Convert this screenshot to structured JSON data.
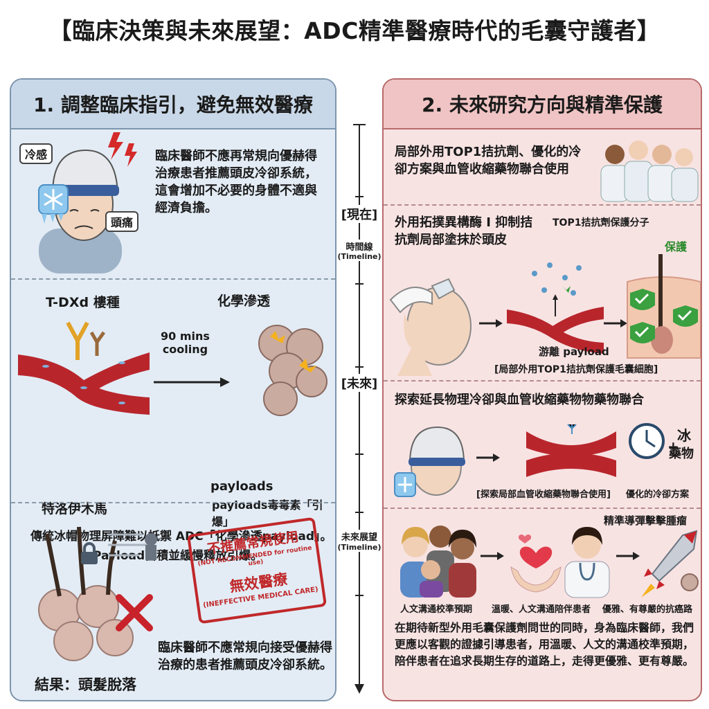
{
  "title": "【臨床決策與未來展望：ADC精準醫療時代的毛囊守護者】",
  "left": {
    "heading": "1. 調整臨床指引，避免無效醫療",
    "s1": {
      "tag_cold": "冷感",
      "tag_headache": "頭痛",
      "text": "臨床醫師不應再常規向優赫得治療患者推薦頭皮冷卻系統，這會增加不必要的身體不適與經濟負擔。"
    },
    "s2": {
      "drug_label": "T-DXd 樓種",
      "chem_label": "化學滲透",
      "cooling": "90 mins\ncooling",
      "payloads": "payloads",
      "payloads_toxin": "payloads毒毒素「引爆」",
      "vessel_label": "特洛伊木馬",
      "text1": "傳統冰帽物理屏障難以抵禦 ADC「化學滲透payload」。",
      "text2": "Payload蓄積並緩慢釋放引爆。"
    },
    "s3": {
      "stamp_top": "不推薦常規使用",
      "stamp_en1": "(NOT RECOMMENDED for routine use)",
      "stamp_mid": "無效醫療",
      "stamp_en2": "(INEFFECTIVE MEDICAL CARE)",
      "result": "結果：頭髮脫落",
      "text": "臨床醫師不應常規向接受優赫得治療的患者推薦頭皮冷卻系統。"
    }
  },
  "timeline": {
    "now": "[現在]",
    "line1": "時間線",
    "line1_en": "(Timeline)",
    "future": "[未來]",
    "outlook": "未來展望",
    "outlook_en": "(Timeline)"
  },
  "right": {
    "heading": "2. 未來研究方向與精準保護",
    "s1": {
      "text": "局部外用TOP1拮抗劑、優化的冷卻方案與血管收縮藥物聯合使用"
    },
    "s2": {
      "text": "外用拓撲異構酶 I 抑制拮抗劑局部塗抹於頭皮",
      "mol_label": "TOP1拮抗劑保護分子",
      "protect": "保護",
      "free_payload": "游離 payload",
      "caption": "[局部外用TOP1拮抗劑保護毛囊細胞]"
    },
    "s3": {
      "text": "探索延長物理冷卻與血管收縮藥物物藥物聯合",
      "ice": "冰",
      "drug": "藥物",
      "cap1": "[探索局部血管收縮藥物聯合使用]",
      "cap2": "優化的冷卻方案"
    },
    "s4": {
      "missile": "精準導彈擊擊腫瘤",
      "c1": "人文溝通校準預期",
      "c2": "溫暖、人文溝通陪伴患者",
      "c3": "優雅、有尊嚴的抗癌路",
      "text": "在期待新型外用毛囊保護劑問世的同時，身為臨床醫師，我們更應以客觀的證據引導患者，用溫暖、人文的溝通校準預期，陪伴患者在追求長期生存的道路上，走得更優雅、更有尊嚴。"
    }
  },
  "colors": {
    "left_bg": "#e3ecf5",
    "right_bg": "#f8e3e3",
    "vessel": "#b8262c",
    "stamp": "#c0282a"
  },
  "icons": [
    "helmet-icon",
    "lightning-icon",
    "snowflake-icon",
    "antibody-icon",
    "cell-cluster-icon",
    "hair-follicle-icon",
    "lock-icon",
    "x-mark-icon",
    "shield-check-icon",
    "clock-icon",
    "heart-hands-icon",
    "rocket-icon"
  ]
}
